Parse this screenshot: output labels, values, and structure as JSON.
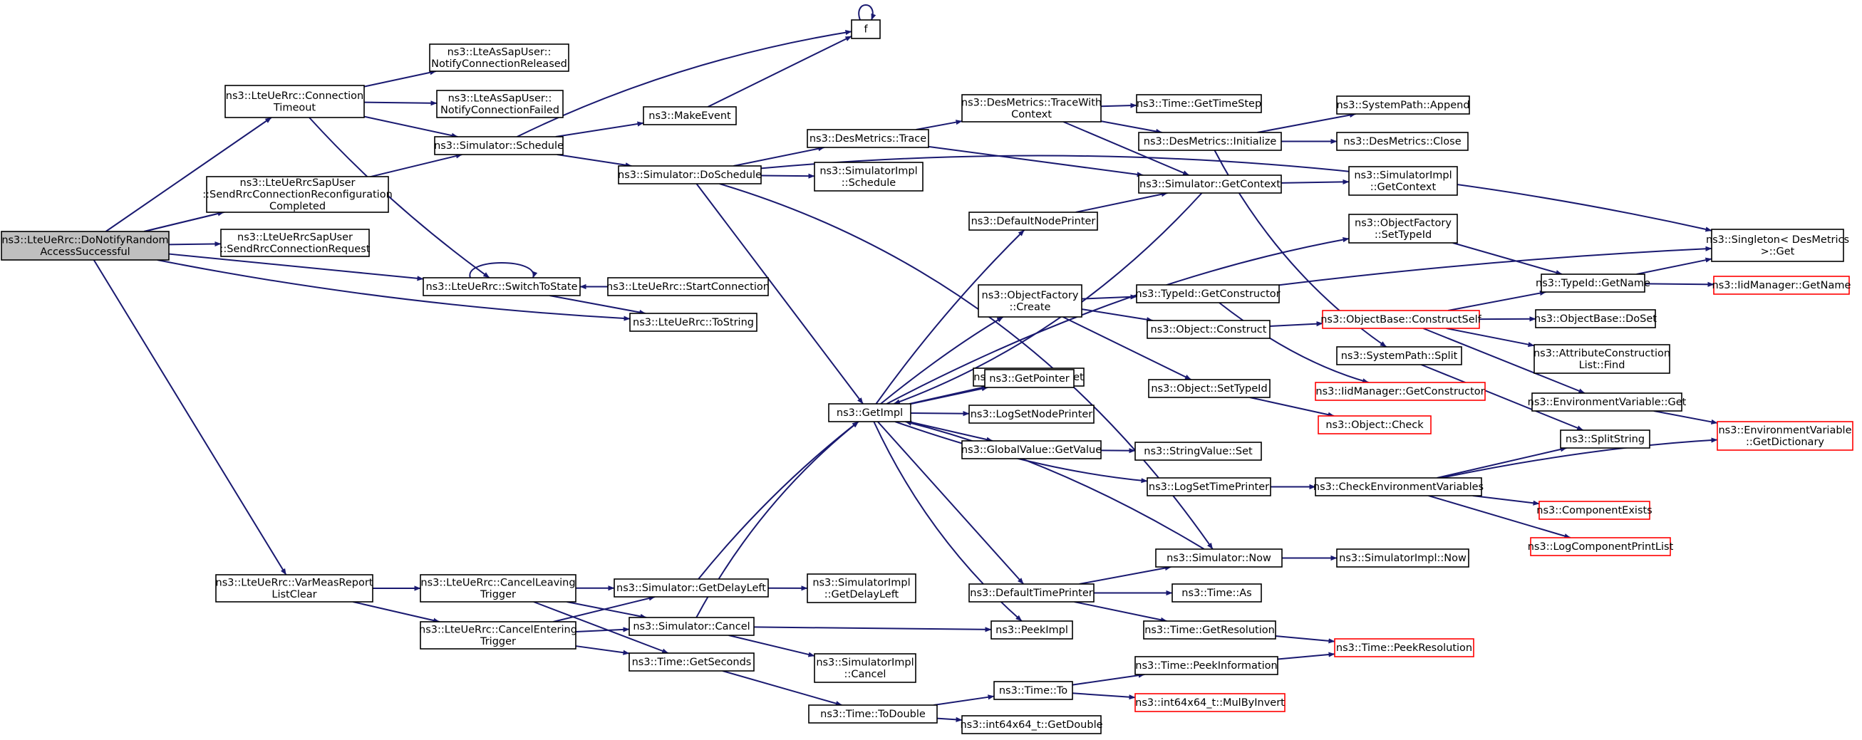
{
  "graph": {
    "edge_color": "#191970",
    "root_fill": "#bfbfbf",
    "truncated_border_color": "#ff0000",
    "nodes": [
      {
        "id": "root",
        "lines": [
          "ns3::LteUeRrc::DoNotifyRandom",
          "AccessSuccessful"
        ],
        "style": "root"
      },
      {
        "id": "f",
        "lines": [
          "f"
        ]
      },
      {
        "id": "connTimeout",
        "lines": [
          "ns3::LteUeRrc::Connection",
          "Timeout"
        ]
      },
      {
        "id": "notifyReleased",
        "lines": [
          "ns3::LteAsSapUser::",
          "NotifyConnectionReleased"
        ]
      },
      {
        "id": "notifyFailed",
        "lines": [
          "ns3::LteAsSapUser::",
          "NotifyConnectionFailed"
        ]
      },
      {
        "id": "makeEvent",
        "lines": [
          "ns3::MakeEvent"
        ]
      },
      {
        "id": "schedule",
        "lines": [
          "ns3::Simulator::Schedule"
        ]
      },
      {
        "id": "sendReconfig",
        "lines": [
          "ns3::LteUeRrcSapUser",
          "::SendRrcConnectionReconfiguration",
          "Completed"
        ]
      },
      {
        "id": "sendRequest",
        "lines": [
          "ns3::LteUeRrcSapUser",
          "::SendRrcConnectionRequest"
        ]
      },
      {
        "id": "switchToState",
        "lines": [
          "ns3::LteUeRrc::SwitchToState"
        ]
      },
      {
        "id": "startConnection",
        "lines": [
          "ns3::LteUeRrc::StartConnection"
        ]
      },
      {
        "id": "toString",
        "lines": [
          "ns3::LteUeRrc::ToString"
        ]
      },
      {
        "id": "doSchedule",
        "lines": [
          "ns3::Simulator::DoSchedule"
        ]
      },
      {
        "id": "desTrace",
        "lines": [
          "ns3::DesMetrics::Trace"
        ]
      },
      {
        "id": "simImplSchedule",
        "lines": [
          "ns3::SimulatorImpl",
          "::Schedule"
        ]
      },
      {
        "id": "traceWithContext",
        "lines": [
          "ns3::DesMetrics::TraceWith",
          "Context"
        ]
      },
      {
        "id": "getTimeStep",
        "lines": [
          "ns3::Time::GetTimeStep"
        ]
      },
      {
        "id": "desInitialize",
        "lines": [
          "ns3::DesMetrics::Initialize"
        ]
      },
      {
        "id": "pathAppend",
        "lines": [
          "ns3::SystemPath::Append"
        ]
      },
      {
        "id": "desClose",
        "lines": [
          "ns3::DesMetrics::Close"
        ]
      },
      {
        "id": "getContext",
        "lines": [
          "ns3::Simulator::GetContext"
        ]
      },
      {
        "id": "simImplGetContext",
        "lines": [
          "ns3::SimulatorImpl",
          "::GetContext"
        ]
      },
      {
        "id": "defaultNodePrinter",
        "lines": [
          "ns3::DefaultNodePrinter"
        ]
      },
      {
        "id": "setTypeIdFactory",
        "lines": [
          "ns3::ObjectFactory",
          "::SetTypeId"
        ]
      },
      {
        "id": "singletonGet",
        "lines": [
          "ns3::Singleton< DesMetrics",
          ">::Get"
        ]
      },
      {
        "id": "typeIdGetName",
        "lines": [
          "ns3::TypeId::GetName"
        ]
      },
      {
        "id": "iidGetName",
        "lines": [
          "ns3::IidManager::GetName"
        ],
        "style": "truncated"
      },
      {
        "id": "factoryCreate",
        "lines": [
          "ns3::ObjectFactory",
          "::Create"
        ]
      },
      {
        "id": "getConstructor",
        "lines": [
          "ns3::TypeId::GetConstructor"
        ]
      },
      {
        "id": "objectConstruct",
        "lines": [
          "ns3::Object::Construct"
        ]
      },
      {
        "id": "constructSelf",
        "lines": [
          "ns3::ObjectBase::ConstructSelf"
        ],
        "style": "truncated"
      },
      {
        "id": "doSet",
        "lines": [
          "ns3::ObjectBase::DoSet"
        ]
      },
      {
        "id": "stringValueGet",
        "lines": [
          "ns3::StringValue::Get"
        ]
      },
      {
        "id": "pathSplit",
        "lines": [
          "ns3::SystemPath::Split"
        ]
      },
      {
        "id": "attrConstructionFind",
        "lines": [
          "ns3::AttributeConstruction",
          "List::Find"
        ]
      },
      {
        "id": "getPointer",
        "lines": [
          "ns3::GetPointer"
        ]
      },
      {
        "id": "objectSetTypeId",
        "lines": [
          "ns3::Object::SetTypeId"
        ]
      },
      {
        "id": "iidGetConstructor",
        "lines": [
          "ns3::IidManager::GetConstructor"
        ],
        "style": "truncated"
      },
      {
        "id": "envGet",
        "lines": [
          "ns3::EnvironmentVariable::Get"
        ]
      },
      {
        "id": "getImpl",
        "lines": [
          "ns3::GetImpl"
        ]
      },
      {
        "id": "logSetNodePrinter",
        "lines": [
          "ns3::LogSetNodePrinter"
        ]
      },
      {
        "id": "objectCheck",
        "lines": [
          "ns3::Object::Check"
        ],
        "style": "truncated"
      },
      {
        "id": "envGetDictionary",
        "lines": [
          "ns3::EnvironmentVariable",
          "::GetDictionary"
        ],
        "style": "truncated"
      },
      {
        "id": "splitString",
        "lines": [
          "ns3::SplitString"
        ]
      },
      {
        "id": "globalGetValue",
        "lines": [
          "ns3::GlobalValue::GetValue"
        ]
      },
      {
        "id": "stringValueSet",
        "lines": [
          "ns3::StringValue::Set"
        ]
      },
      {
        "id": "logSetTimePrinter",
        "lines": [
          "ns3::LogSetTimePrinter"
        ]
      },
      {
        "id": "checkEnvVars",
        "lines": [
          "ns3::CheckEnvironmentVariables"
        ]
      },
      {
        "id": "componentExists",
        "lines": [
          "ns3::ComponentExists"
        ],
        "style": "truncated"
      },
      {
        "id": "logComponentPrintList",
        "lines": [
          "ns3::LogComponentPrintList"
        ],
        "style": "truncated"
      },
      {
        "id": "varMeasReport",
        "lines": [
          "ns3::LteUeRrc::VarMeasReport",
          "ListClear"
        ]
      },
      {
        "id": "cancelLeaving",
        "lines": [
          "ns3::LteUeRrc::CancelLeaving",
          "Trigger"
        ]
      },
      {
        "id": "getDelayLeft",
        "lines": [
          "ns3::Simulator::GetDelayLeft"
        ]
      },
      {
        "id": "simImplGetDelayLeft",
        "lines": [
          "ns3::SimulatorImpl",
          "::GetDelayLeft"
        ]
      },
      {
        "id": "simNow",
        "lines": [
          "ns3::Simulator::Now"
        ]
      },
      {
        "id": "simImplNow",
        "lines": [
          "ns3::SimulatorImpl::Now"
        ]
      },
      {
        "id": "defaultTimePrinter",
        "lines": [
          "ns3::DefaultTimePrinter"
        ]
      },
      {
        "id": "timeAs",
        "lines": [
          "ns3::Time::As"
        ]
      },
      {
        "id": "cancelEntering",
        "lines": [
          "ns3::LteUeRrc::CancelEntering",
          "Trigger"
        ]
      },
      {
        "id": "simCancel",
        "lines": [
          "ns3::Simulator::Cancel"
        ]
      },
      {
        "id": "peekImpl",
        "lines": [
          "ns3::PeekImpl"
        ]
      },
      {
        "id": "getResolution",
        "lines": [
          "ns3::Time::GetResolution"
        ]
      },
      {
        "id": "peekResolution",
        "lines": [
          "ns3::Time::PeekResolution"
        ],
        "style": "truncated"
      },
      {
        "id": "getSeconds",
        "lines": [
          "ns3::Time::GetSeconds"
        ]
      },
      {
        "id": "peekInformation",
        "lines": [
          "ns3::Time::PeekInformation"
        ]
      },
      {
        "id": "simImplCancel",
        "lines": [
          "ns3::SimulatorImpl",
          "::Cancel"
        ]
      },
      {
        "id": "timeTo",
        "lines": [
          "ns3::Time::To"
        ]
      },
      {
        "id": "mulByInvert",
        "lines": [
          "ns3::int64x64_t::MulByInvert"
        ],
        "style": "truncated"
      },
      {
        "id": "toDouble",
        "lines": [
          "ns3::Time::ToDouble"
        ]
      },
      {
        "id": "getDouble",
        "lines": [
          "ns3::int64x64_t::GetDouble"
        ]
      }
    ],
    "edges": [
      [
        "root",
        "connTimeout"
      ],
      [
        "root",
        "schedule"
      ],
      [
        "root",
        "sendReconfig"
      ],
      [
        "root",
        "sendRequest"
      ],
      [
        "root",
        "switchToState"
      ],
      [
        "root",
        "toString"
      ],
      [
        "root",
        "varMeasReport"
      ],
      [
        "connTimeout",
        "notifyReleased"
      ],
      [
        "connTimeout",
        "notifyFailed"
      ],
      [
        "connTimeout",
        "schedule"
      ],
      [
        "connTimeout",
        "switchToState"
      ],
      [
        "schedule",
        "f"
      ],
      [
        "schedule",
        "makeEvent"
      ],
      [
        "schedule",
        "doSchedule"
      ],
      [
        "makeEvent",
        "f"
      ],
      [
        "f",
        "f"
      ],
      [
        "switchToState",
        "switchToState"
      ],
      [
        "switchToState",
        "toString"
      ],
      [
        "startConnection",
        "switchToState"
      ],
      [
        "doSchedule",
        "desTrace"
      ],
      [
        "doSchedule",
        "simImplSchedule"
      ],
      [
        "doSchedule",
        "getImpl"
      ],
      [
        "doSchedule",
        "singletonGet"
      ],
      [
        "doSchedule",
        "simNow"
      ],
      [
        "desTrace",
        "traceWithContext"
      ],
      [
        "desTrace",
        "getContext"
      ],
      [
        "traceWithContext",
        "getTimeStep"
      ],
      [
        "traceWithContext",
        "desInitialize"
      ],
      [
        "traceWithContext",
        "getContext"
      ],
      [
        "desInitialize",
        "pathAppend"
      ],
      [
        "desInitialize",
        "desClose"
      ],
      [
        "desInitialize",
        "pathSplit"
      ],
      [
        "getContext",
        "simImplGetContext"
      ],
      [
        "getContext",
        "getImpl"
      ],
      [
        "defaultNodePrinter",
        "getContext"
      ],
      [
        "setTypeIdFactory",
        "typeIdGetName"
      ],
      [
        "typeIdGetName",
        "singletonGet"
      ],
      [
        "typeIdGetName",
        "iidGetName"
      ],
      [
        "getConstructor",
        "singletonGet"
      ],
      [
        "getConstructor",
        "iidGetConstructor"
      ],
      [
        "factoryCreate",
        "getConstructor"
      ],
      [
        "factoryCreate",
        "objectConstruct"
      ],
      [
        "factoryCreate",
        "objectSetTypeId"
      ],
      [
        "objectConstruct",
        "constructSelf"
      ],
      [
        "constructSelf",
        "typeIdGetName"
      ],
      [
        "constructSelf",
        "doSet"
      ],
      [
        "constructSelf",
        "attrConstructionFind"
      ],
      [
        "constructSelf",
        "envGet"
      ],
      [
        "pathSplit",
        "splitString"
      ],
      [
        "envGet",
        "envGetDictionary"
      ],
      [
        "objectSetTypeId",
        "objectCheck"
      ],
      [
        "getImpl",
        "defaultNodePrinter"
      ],
      [
        "getImpl",
        "setTypeIdFactory"
      ],
      [
        "getImpl",
        "factoryCreate"
      ],
      [
        "getImpl",
        "stringValueGet"
      ],
      [
        "getImpl",
        "getPointer"
      ],
      [
        "getImpl",
        "logSetNodePrinter"
      ],
      [
        "getImpl",
        "globalGetValue"
      ],
      [
        "getImpl",
        "logSetTimePrinter"
      ],
      [
        "getImpl",
        "defaultTimePrinter"
      ],
      [
        "getImpl",
        "peekImpl"
      ],
      [
        "globalGetValue",
        "stringValueSet"
      ],
      [
        "logSetTimePrinter",
        "checkEnvVars"
      ],
      [
        "checkEnvVars",
        "splitString"
      ],
      [
        "checkEnvVars",
        "envGetDictionary"
      ],
      [
        "checkEnvVars",
        "componentExists"
      ],
      [
        "checkEnvVars",
        "logComponentPrintList"
      ],
      [
        "simNow",
        "simImplNow"
      ],
      [
        "simNow",
        "getImpl"
      ],
      [
        "defaultTimePrinter",
        "simNow"
      ],
      [
        "defaultTimePrinter",
        "timeAs"
      ],
      [
        "defaultTimePrinter",
        "getResolution"
      ],
      [
        "getResolution",
        "peekResolution"
      ],
      [
        "peekInformation",
        "peekResolution"
      ],
      [
        "varMeasReport",
        "cancelLeaving"
      ],
      [
        "varMeasReport",
        "cancelEntering"
      ],
      [
        "cancelLeaving",
        "getDelayLeft"
      ],
      [
        "cancelLeaving",
        "simCancel"
      ],
      [
        "cancelLeaving",
        "getSeconds"
      ],
      [
        "cancelEntering",
        "getDelayLeft"
      ],
      [
        "cancelEntering",
        "simCancel"
      ],
      [
        "cancelEntering",
        "getSeconds"
      ],
      [
        "getDelayLeft",
        "simImplGetDelayLeft"
      ],
      [
        "getDelayLeft",
        "getImpl"
      ],
      [
        "simCancel",
        "peekImpl"
      ],
      [
        "simCancel",
        "simImplCancel"
      ],
      [
        "simCancel",
        "getImpl"
      ],
      [
        "getSeconds",
        "toDouble"
      ],
      [
        "toDouble",
        "timeTo"
      ],
      [
        "toDouble",
        "getDouble"
      ],
      [
        "timeTo",
        "peekInformation"
      ],
      [
        "timeTo",
        "mulByInvert"
      ]
    ]
  }
}
